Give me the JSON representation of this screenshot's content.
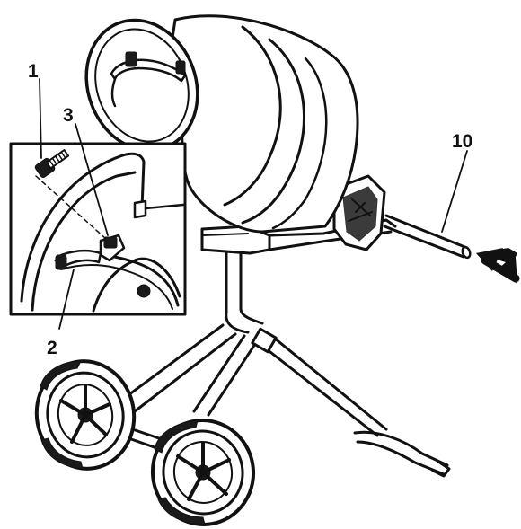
{
  "callouts": {
    "part_1": "1",
    "part_2": "2",
    "part_3": "3",
    "part_10": "10"
  },
  "colors": {
    "ink": "#111111",
    "background": "#ffffff"
  },
  "icons": [
    "arrow-icon"
  ]
}
